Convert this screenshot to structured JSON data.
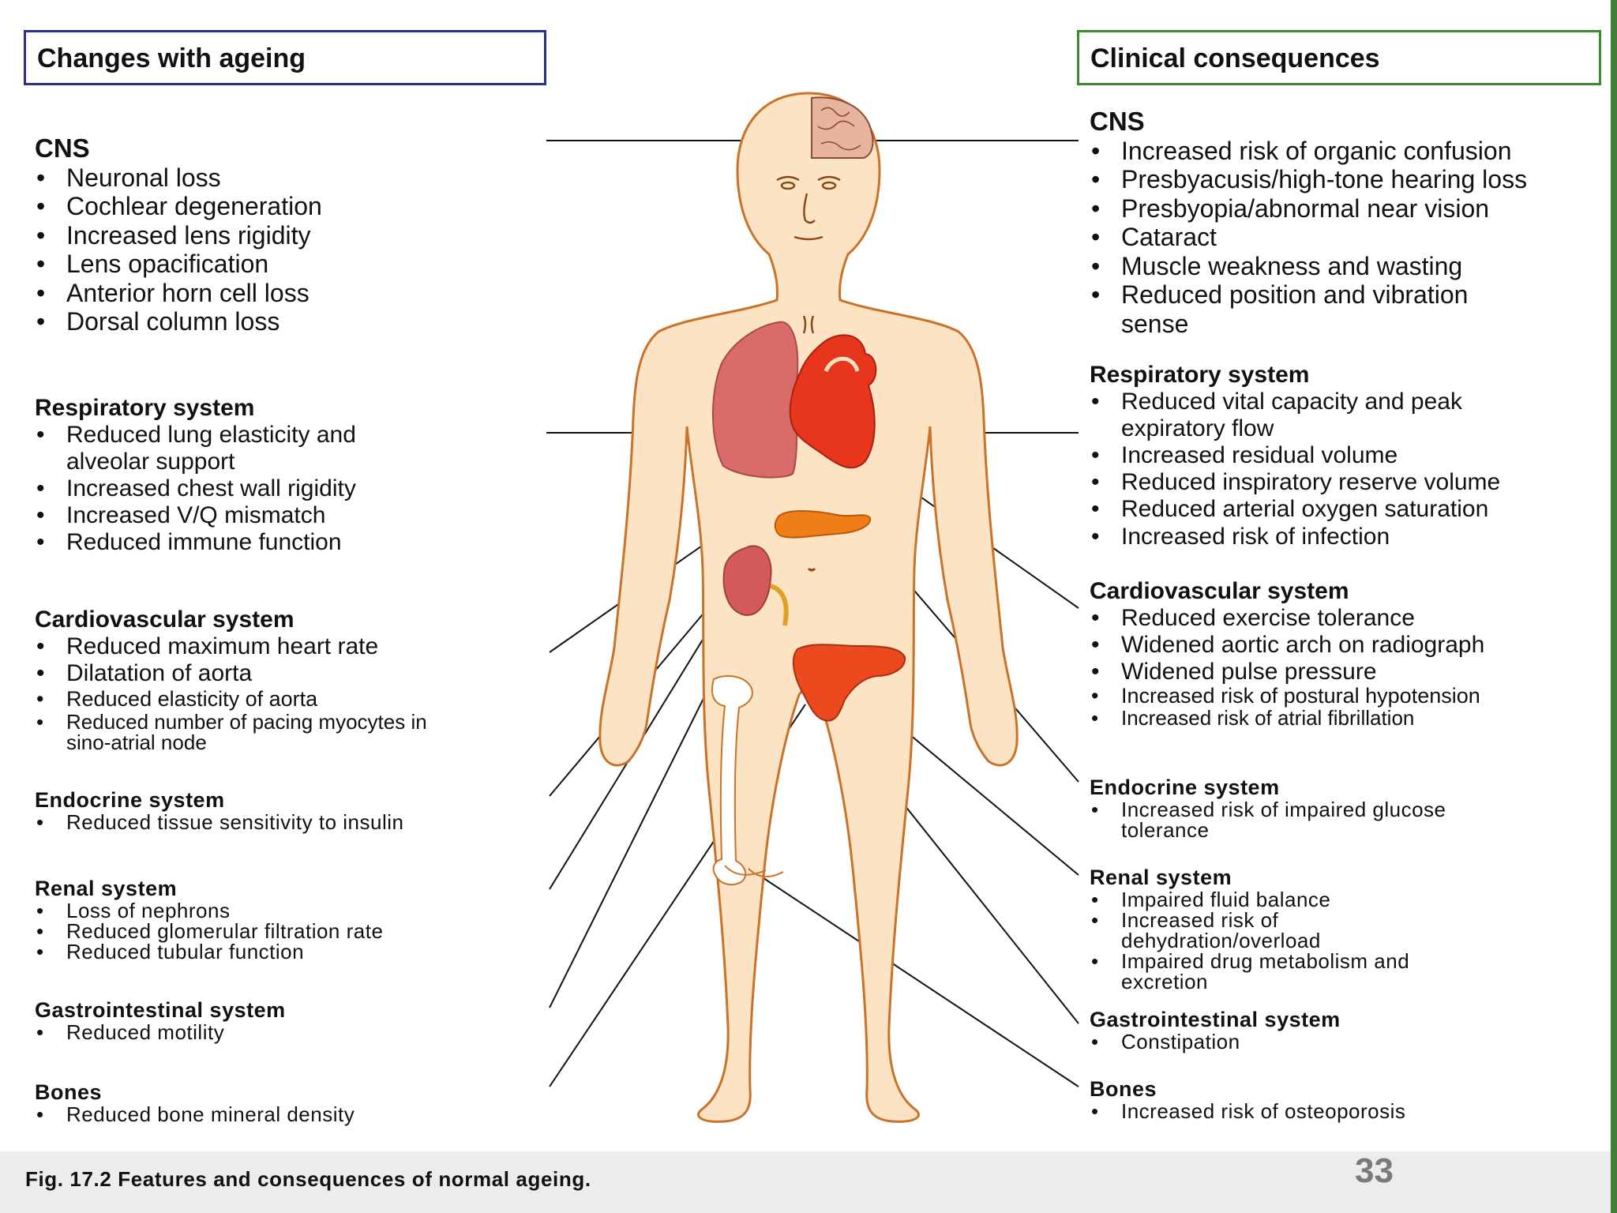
{
  "left_header": "Changes with ageing",
  "right_header": "Clinical consequences",
  "left_sections": [
    {
      "title": "CNS",
      "items": [
        "Neuronal loss",
        "Cochlear degeneration",
        "Increased lens rigidity",
        "Lens opacification",
        "Anterior horn cell loss",
        "Dorsal column loss"
      ]
    },
    {
      "title": "Respiratory system",
      "items": [
        "Reduced lung elasticity and alveolar support",
        "Increased chest wall rigidity",
        "Increased V/Q mismatch",
        "Reduced immune function"
      ]
    },
    {
      "title": "Cardiovascular system",
      "items": [
        "Reduced maximum heart rate",
        "Dilatation of aorta",
        "Reduced elasticity of aorta",
        "Reduced number of pacing myocytes in sino-atrial node"
      ]
    },
    {
      "title": "Endocrine system",
      "items": [
        "Reduced tissue sensitivity to insulin"
      ]
    },
    {
      "title": "Renal system",
      "items": [
        "Loss of nephrons",
        "Reduced glomerular filtration rate",
        "Reduced tubular function"
      ]
    },
    {
      "title": "Gastrointestinal system",
      "items": [
        "Reduced motility"
      ]
    },
    {
      "title": "Bones",
      "items": [
        "Reduced bone mineral density"
      ]
    }
  ],
  "right_sections": [
    {
      "title": "CNS",
      "items": [
        "Increased risk of organic confusion",
        "Presbyacusis/high-tone hearing loss",
        "Presbyopia/abnormal near vision",
        "Cataract",
        "Muscle weakness and wasting",
        "Reduced position and vibration sense"
      ]
    },
    {
      "title": "Respiratory system",
      "items": [
        "Reduced vital capacity and peak expiratory flow",
        "Increased residual volume",
        "Reduced inspiratory reserve volume",
        "Reduced arterial oxygen saturation",
        "Increased risk of infection"
      ]
    },
    {
      "title": "Cardiovascular system",
      "items": [
        "Reduced exercise tolerance",
        "Widened aortic arch on radiograph",
        "Widened pulse pressure",
        "Increased risk of postural hypotension",
        "Increased risk of atrial fibrillation"
      ]
    },
    {
      "title": "Endocrine system",
      "items": [
        "Increased risk of impaired glucose tolerance"
      ]
    },
    {
      "title": "Renal system",
      "items": [
        "Impaired fluid balance",
        "Increased risk of dehydration/overload",
        "Impaired drug metabolism and excretion"
      ]
    },
    {
      "title": "Gastrointestinal system",
      "items": [
        "Constipation"
      ]
    },
    {
      "title": "Bones",
      "items": [
        "Increased risk of osteoporosis"
      ]
    }
  ],
  "caption": "Fig. 17.2  Features and consequences of normal ageing.",
  "page_number": "33",
  "colors": {
    "left_header_border": "#2b2f8a",
    "right_header_border": "#3a8a2e",
    "skin": "#fbe3c4",
    "skin_outline": "#c9732a",
    "lung": "#d96b6b",
    "heart": "#e8361c",
    "pancreas": "#f07d16",
    "kidney": "#d45a5a",
    "intestine": "#ec4a1e",
    "bone": "#ffffff",
    "connector": "#111111"
  }
}
